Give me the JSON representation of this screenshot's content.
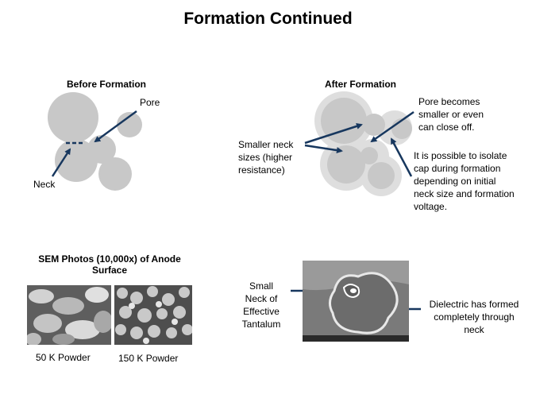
{
  "title": "Formation Continued",
  "before": {
    "heading": "Before Formation",
    "pore_label": "Pore",
    "neck_label": "Neck"
  },
  "after": {
    "heading": "After Formation",
    "neck_label": "Smaller neck sizes (higher resistance)",
    "pore_label": "Pore becomes smaller or even can close off.",
    "isolate_label": "It is possible to isolate cap during formation depending on initial neck size and formation voltage."
  },
  "sem": {
    "heading": "SEM Photos (10,000x) of Anode Surface",
    "photo1_caption": "50 K Powder",
    "photo2_caption": "150 K Powder"
  },
  "micrograph": {
    "left_label": "Small Neck of Effective Tantalum",
    "right_label": "Dielectric has formed completely through neck"
  },
  "colors": {
    "particle": "#c8c8c8",
    "particle_outer": "#dedede",
    "arrow": "#17375e"
  }
}
